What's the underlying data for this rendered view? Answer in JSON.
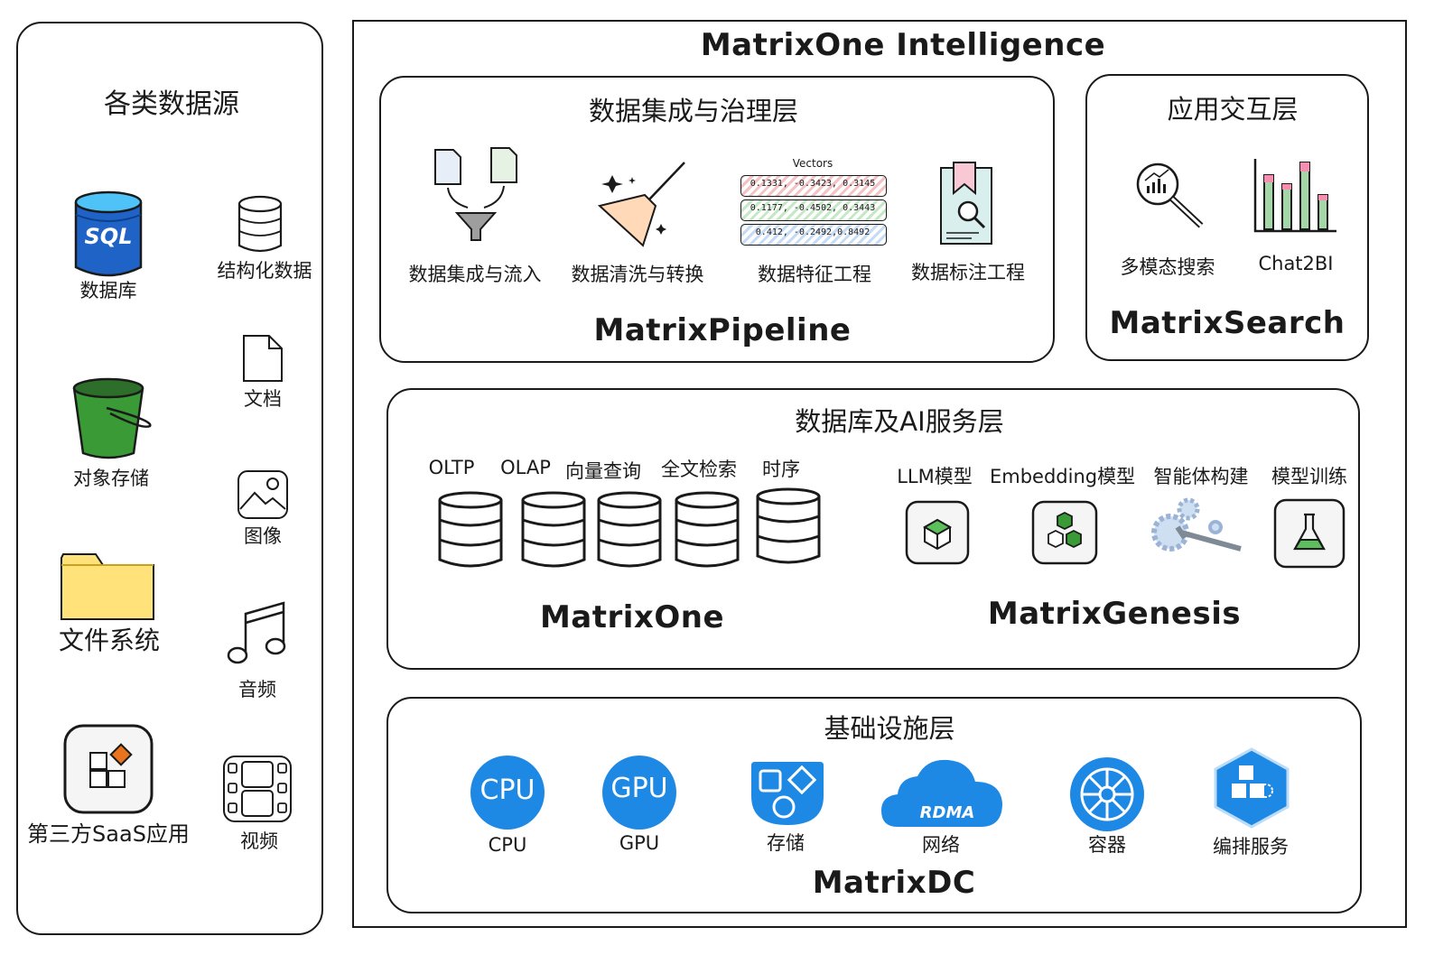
{
  "sources": {
    "title": "各类数据源",
    "sql_badge": "SQL",
    "database": "数据库",
    "structured": "结构化数据",
    "document": "文档",
    "object_storage": "对象存储",
    "image": "图像",
    "file_system": "文件系统",
    "audio": "音频",
    "saas": "第三方SaaS应用",
    "video": "视频"
  },
  "main": {
    "title": "MatrixOne Intelligence"
  },
  "pipeline": {
    "layer": "数据集成与治理层",
    "items": [
      "数据集成与流入",
      "数据清洗与转换",
      "数据特征工程",
      "数据标注工程"
    ],
    "vectors_title": "Vectors",
    "vectors": [
      "0.1331, -0.3423, 0.3145",
      "0.1177, -0.4502, 0.3443",
      "0.412, -0.2492,0.8492"
    ],
    "product": "MatrixPipeline"
  },
  "app": {
    "layer": "应用交互层",
    "items": [
      "多模态搜索",
      "Chat2BI"
    ],
    "product": "MatrixSearch"
  },
  "db_ai": {
    "layer": "数据库及AI服务层",
    "db_items": [
      "OLTP",
      "OLAP",
      "向量查询",
      "全文检索",
      "时序"
    ],
    "db_product": "MatrixOne",
    "ai_items": [
      "LLM模型",
      "Embedding模型",
      "智能体构建",
      "模型训练"
    ],
    "ai_product": "MatrixGenesis"
  },
  "infra": {
    "layer": "基础设施层",
    "cpu_badge": "CPU",
    "gpu_badge": "GPU",
    "rdma_badge": "RDMA",
    "items": [
      "CPU",
      "GPU",
      "存储",
      "网络",
      "容器",
      "编排服务"
    ],
    "product": "MatrixDC"
  },
  "colors": {
    "blue": "#1e88e5",
    "green": "#3a9a35",
    "folder": "#ffe27a",
    "pipeline_red": "#e57373",
    "pipeline_green": "#66bb6a",
    "pipeline_blue": "#64b5f6"
  }
}
